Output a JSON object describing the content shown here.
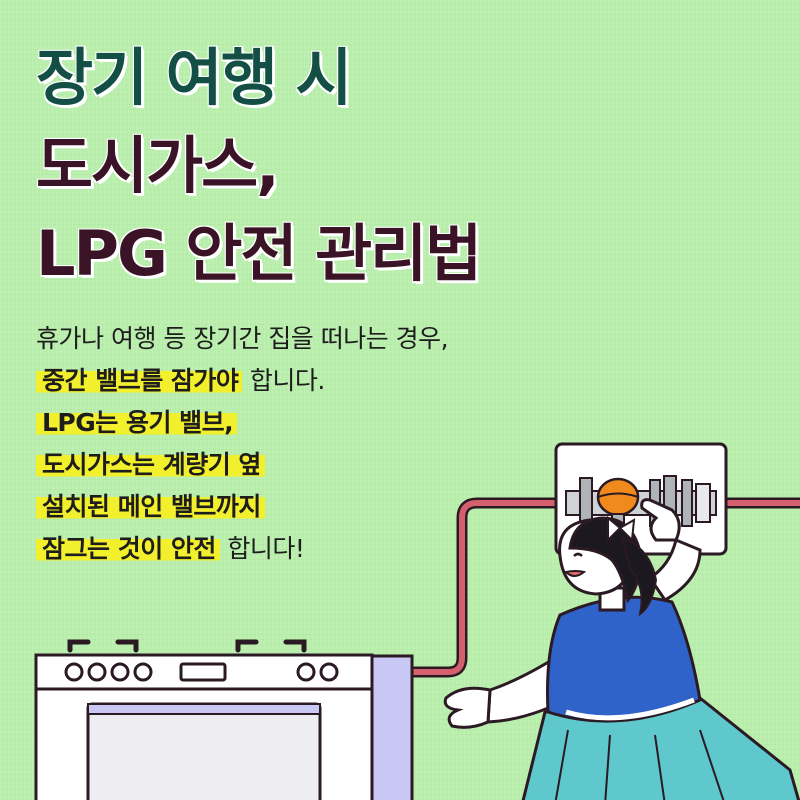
{
  "title": {
    "line1": "장기 여행 시",
    "line2": "도시가스,",
    "line3": "LPG 안전 관리법"
  },
  "body": {
    "line1": "휴가나 여행 등 장기간 집을 떠나는 경우,",
    "line2_highlight": "중간 밸브를 잠가야",
    "line2_rest": "합니다.",
    "line3_highlight": "LPG는 용기 밸브,",
    "line4_highlight": "도시가스는 계량기 옆",
    "line5_highlight": "설치된 메인 밸브까지",
    "line6_highlight": "잠그는 것이 안전",
    "line6_rest": "합니다!"
  },
  "colors": {
    "background": "#b9eeac",
    "title_green": "#134f45",
    "title_plum": "#3a1426",
    "highlight_yellow": "#f2ef2c",
    "gas_pipe": "#d4606d",
    "valve_orange": "#f08a1c",
    "stove_lilac": "#c9c8f4",
    "vest_blue": "#2f63c9",
    "skirt_teal": "#5fc8cc"
  },
  "illustration": {
    "icons": [
      "gas-stove-icon",
      "gas-pipe-icon",
      "gas-meter-box-icon",
      "main-valve-icon",
      "woman-character-icon"
    ]
  }
}
